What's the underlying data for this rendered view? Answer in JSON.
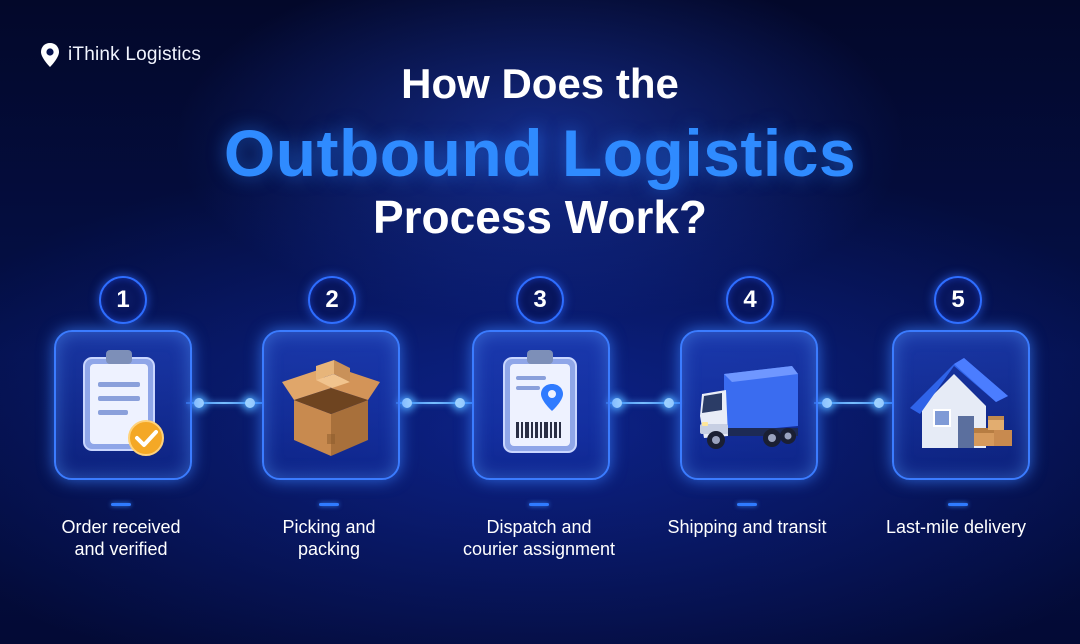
{
  "brand": {
    "name": "iThink Logistics",
    "icon": "location-pin-icon"
  },
  "title": {
    "line1": "How Does the",
    "line2": "Outbound Logistics",
    "line3": "Process Work?"
  },
  "colors": {
    "accent": "#2f8bff",
    "background": "#04104a",
    "text": "#ffffff"
  },
  "steps": [
    {
      "number": "1",
      "label": "Order received and verified",
      "icon": "clipboard-check-icon"
    },
    {
      "number": "2",
      "label": "Picking and packing",
      "icon": "open-box-icon"
    },
    {
      "number": "3",
      "label": "Dispatch and courier assignment",
      "icon": "clipboard-barcode-icon"
    },
    {
      "number": "4",
      "label": "Shipping and transit",
      "icon": "delivery-truck-icon"
    },
    {
      "number": "5",
      "label": "Last-mile delivery",
      "icon": "house-icon"
    }
  ]
}
